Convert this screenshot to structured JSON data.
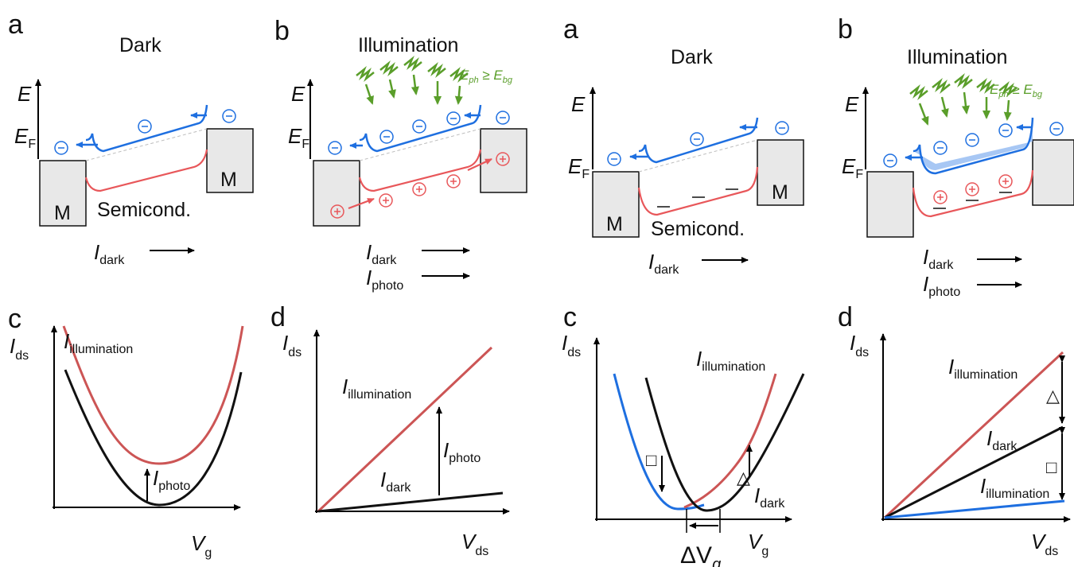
{
  "panel_letters": [
    "a",
    "b",
    "a",
    "b",
    "c",
    "d",
    "c",
    "d"
  ],
  "titles": {
    "dark": "Dark",
    "illumination": "Illumination"
  },
  "energy": {
    "E": "E",
    "EF_main": "E",
    "EF_sub": "F"
  },
  "metal": "M",
  "semicond": "Semicond.",
  "photon_condition": {
    "E": "E",
    "ph": "ph",
    "geq": " ≥ ",
    "bg": "bg"
  },
  "carriers": {
    "electron": "−",
    "hole": "+",
    "trap": "−"
  },
  "currents": {
    "I": "I",
    "dark": "dark",
    "photo": "photo",
    "illumination": "illumination",
    "ds": "ds"
  },
  "axes": {
    "V": "V",
    "g": "g",
    "ds": "ds",
    "delta": "ΔV"
  },
  "symbols": {
    "square": "□",
    "triangle": "△"
  },
  "colors": {
    "electron_band": "#1e6fe0",
    "hole_band": "#e8575a",
    "illumination_curve": "#cc5555",
    "dark_curve": "#111111",
    "photon": "#5a9e2a",
    "metal": "#e8e8e8"
  }
}
